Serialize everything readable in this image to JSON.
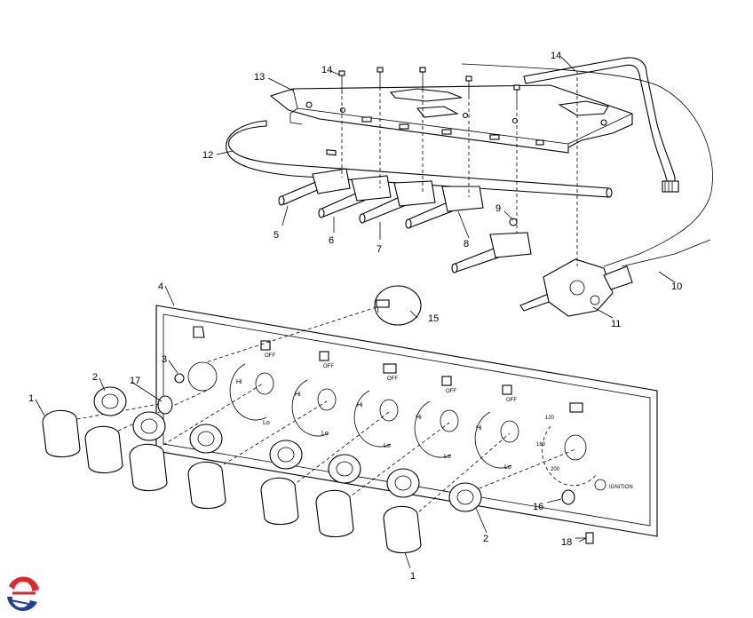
{
  "callouts": {
    "c1a": "1",
    "c1b": "1",
    "c2a": "2",
    "c2b": "2",
    "c3": "3",
    "c4": "4",
    "c5": "5",
    "c6": "6",
    "c7": "7",
    "c8": "8",
    "c9": "9",
    "c10": "10",
    "c11": "11",
    "c12": "12",
    "c13": "13",
    "c14a": "14",
    "c14b": "14",
    "c15": "15",
    "c16": "16",
    "c17": "17",
    "c18": "18"
  },
  "panel_markings": {
    "hi": "Hi",
    "lo": "Lo",
    "off": "OFF",
    "ignition": "IGNITION",
    "temp_120": "120",
    "temp_160": "160",
    "temp_200": "200"
  },
  "colors": {
    "logo_red": "#e0262b",
    "logo_blue": "#1f3f99",
    "line": "#000000"
  },
  "icons": {
    "logo": "brand-swirl-icon"
  }
}
